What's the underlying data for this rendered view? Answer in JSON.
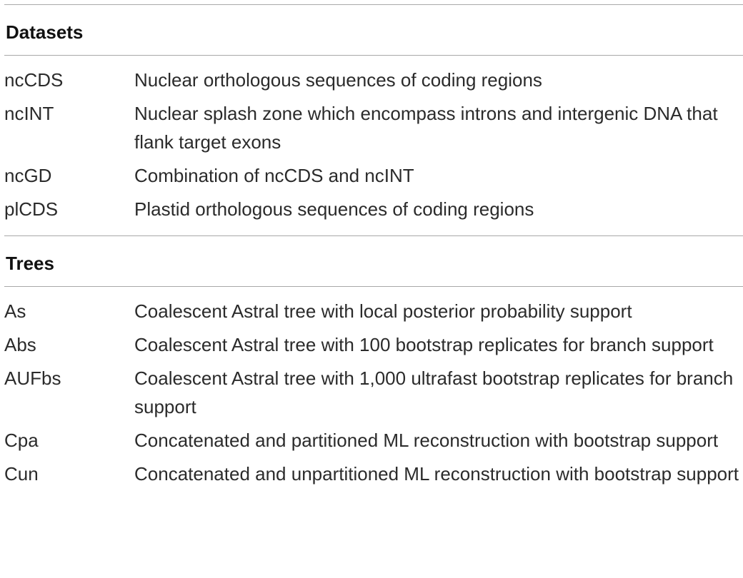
{
  "sections": {
    "datasets": {
      "title": "Datasets",
      "rows": [
        {
          "abbr": "ncCDS",
          "desc": "Nuclear orthologous sequences of coding regions"
        },
        {
          "abbr": "ncINT",
          "desc": "Nuclear splash zone which encompass introns and intergenic DNA that flank target exons"
        },
        {
          "abbr": "ncGD",
          "desc": "Combination of ncCDS and ncINT"
        },
        {
          "abbr": "plCDS",
          "desc": "Plastid orthologous sequences of coding regions"
        }
      ]
    },
    "trees": {
      "title": "Trees",
      "rows": [
        {
          "abbr": "As",
          "desc": "Coalescent Astral tree with local posterior probability support"
        },
        {
          "abbr": "Abs",
          "desc": "Coalescent Astral tree with 100 bootstrap replicates for branch support"
        },
        {
          "abbr": "AUFbs",
          "desc": "Coalescent Astral tree with 1,000 ultrafast bootstrap replicates for branch support"
        },
        {
          "abbr": "Cpa",
          "desc": "Concatenated and partitioned ML reconstruction with bootstrap support"
        },
        {
          "abbr": "Cun",
          "desc": "Concatenated and unpartitioned ML reconstruction with bootstrap support"
        }
      ]
    }
  }
}
